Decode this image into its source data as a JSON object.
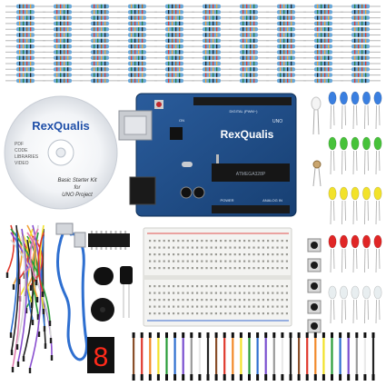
{
  "cd": {
    "brand": "RexQualis",
    "lines": [
      "PDF",
      "CODE",
      "LIBRARIES",
      "VIDEO"
    ],
    "title": "Basic Starter Kit",
    "subtitle_for": "for",
    "subtitle_project": "UNO Project"
  },
  "board": {
    "brand": "RexQualis",
    "silkscreen_top": "UNO",
    "silkscreen_digital": "DIGITAL (PWM~)",
    "silkscreen_power": "POWER",
    "silkscreen_analog": "ANALOG IN",
    "chip_label": "ATMEGA328P",
    "on_label": "ON"
  },
  "display": {
    "digit": "8"
  },
  "colors": {
    "board_blue": "#1f4f8a",
    "led_blue": "#3a7fe0",
    "led_green": "#47c23a",
    "led_yellow": "#f2e22a",
    "led_red": "#e02626",
    "led_white": "#e8eef0",
    "resistor_body": "#6aa8d8",
    "cable_blue": "#2e6fd0",
    "display_red": "#ff2a1a"
  },
  "components": [
    "resistor-rows",
    "rgb-led",
    "photoresistor",
    "breadboard",
    "tactile-buttons",
    "buzzer",
    "ir-receiver",
    "tilt-switch",
    "shift-register-ic",
    "usb-cable",
    "jumper-wires",
    "dupont-ribbon-cable"
  ]
}
